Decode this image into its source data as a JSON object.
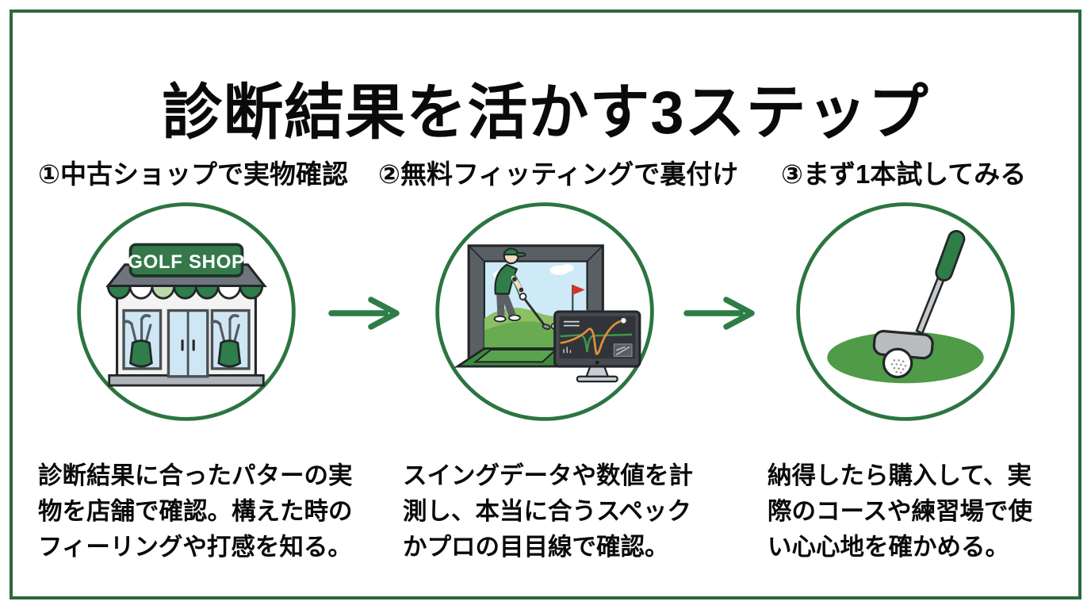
{
  "title": "診断結果を活かす3ステップ",
  "steps": [
    {
      "heading": "①中古ショップで実物確認",
      "description": "診断結果に合ったパターの実物を店舗で確認。構えた時のフィーリングや打感を知る。",
      "illustration": "golf-shop",
      "sign_label": "GOLF SHOP"
    },
    {
      "heading": "②無料フィッティングで裏付け",
      "description": "スイングデータや数値を計測し、本当に合うスペックかプロの目目線で確認。",
      "illustration": "swing-fitting-monitor"
    },
    {
      "heading": "③まず1本試してみる",
      "description": "納得したら購入して、実際のコースや練習場で使い心心地を確かめる。",
      "illustration": "putter-ball-green"
    }
  ],
  "colors": {
    "frame_border": "#2b6a3e",
    "accent_green": "#2e7d46",
    "text": "#0a0a0a",
    "sign_green": "#35794b",
    "awning_light_green": "#bcd9ae",
    "window_blue": "#cfe7f4",
    "roof_gray": "#6e757c",
    "putting_green": "#4f9b47",
    "floor_green": "#3e8a3e",
    "chart_orange": "#e09038",
    "chart_green": "#3f9a4c",
    "flag_red": "#d93025"
  }
}
